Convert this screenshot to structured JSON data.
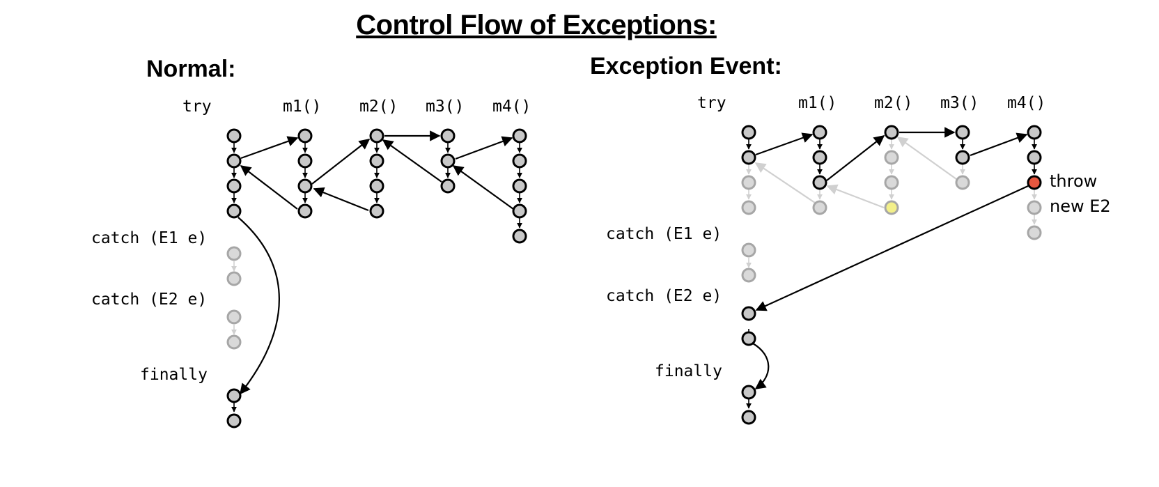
{
  "title": "Control Flow of Exceptions:",
  "normal": {
    "heading": "Normal:",
    "labels": {
      "try": "try",
      "m1": "m1()",
      "m2": "m2()",
      "m3": "m3()",
      "m4": "m4()",
      "catch1": "catch (E1 e)",
      "catch2": "catch (E2 e)",
      "finally": "finally"
    }
  },
  "exception": {
    "heading": "Exception Event:",
    "labels": {
      "try": "try",
      "m1": "m1()",
      "m2": "m2()",
      "m3": "m3()",
      "m4": "m4()",
      "catch1": "catch (E1 e)",
      "catch2": "catch (E2 e)",
      "finally": "finally",
      "throw": "throw",
      "new_e2": "new E2"
    }
  },
  "colors": {
    "active_node": "#000000",
    "inactive_node": "#a6a6a6",
    "node_fill_active": "#c8c8c8",
    "node_fill_inactive": "#d9d9d9",
    "throw_node": "#e8573f",
    "unreached_node": "#f3f08a",
    "inactive_arrow": "#d0d0d0"
  }
}
